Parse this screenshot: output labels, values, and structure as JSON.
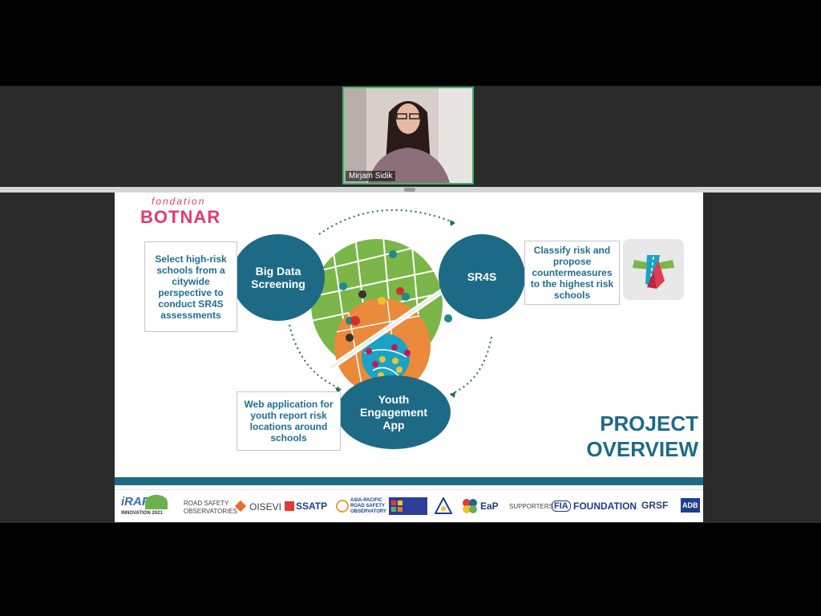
{
  "meeting": {
    "participant_name": "Mirjam Sidik"
  },
  "slide": {
    "brand": {
      "script": "fondation",
      "name": "BOTNAR"
    },
    "left_box": "Select high-risk schools from a citywide perspective to conduct SR4S assessments",
    "right_box": "Classify risk and propose countermeasures to the highest risk schools",
    "bottom_box": "Web application for youth report risk locations around schools",
    "circles": {
      "big_data": "Big Data Screening",
      "sr4s": "SR4S",
      "youth": "Youth Engagement App"
    },
    "project_overview": {
      "line1": "PROJECT",
      "line2": "OVERVIEW"
    },
    "colors": {
      "teal": "#1d6a86",
      "green": "#7ab648",
      "orange": "#ea8a3a",
      "brand_pink": "#e8386d"
    }
  },
  "footer": {
    "irap": "iRAP",
    "irap_sub": "INNOVATION 2021",
    "observatories_label_1": "ROAD SAFETY",
    "observatories_label_2": "OBSERVATORIES",
    "oisevi": "OISEVI",
    "ssatp": "SSATP",
    "asia_pacific_1": "ASIA-PACIFIC",
    "asia_pacific_2": "ROAD SAFETY",
    "asia_pacific_3": "OBSERVATORY",
    "eap": "EaP",
    "supporters_label": "SUPPORTERS",
    "fia": "FIA",
    "foundation": "FOUNDATION",
    "grsf": "GRSF",
    "adb": "ADB"
  }
}
